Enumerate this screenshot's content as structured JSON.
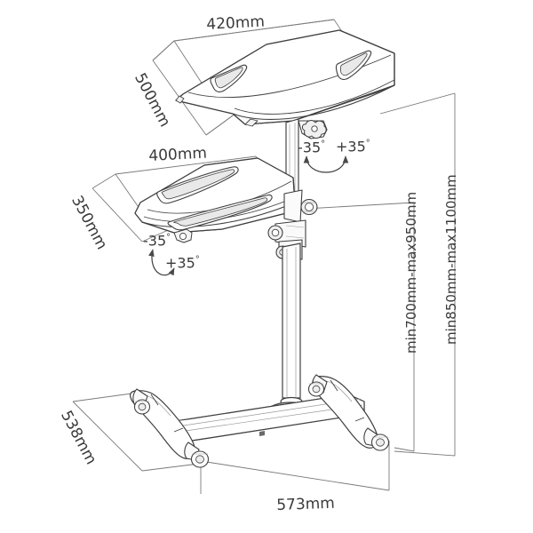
{
  "diagram": {
    "title": "Mobile height-adjustable laptop and projector trolley - dimensioned technical drawing",
    "line_color": "#3f3f3f",
    "dimension_color": "#6e6e6e",
    "background": "#ffffff",
    "dimensions": {
      "top_tray_width": "420mm",
      "top_tray_depth": "500mm",
      "lower_tray_width": "400mm",
      "lower_tray_depth": "350mm",
      "base_depth": "538mm",
      "base_width": "573mm",
      "lower_tray_height_range": "min700mm-max950mm",
      "top_tray_height_range": "min850mm-max1100mm"
    },
    "angles": {
      "top_tray_minus": "-35",
      "top_tray_plus": "+35",
      "lower_tray_minus": "-35",
      "lower_tray_plus": "+35",
      "degree_symbol": "°"
    },
    "parts": {
      "top_tray": "top-tray",
      "lower_tray": "lower-tray",
      "column": "telescoping-column",
      "base": "wheeled-base",
      "casters": "caster-wheels",
      "tilt_knob_top": "top-tilt-knob",
      "tilt_knob_lower": "lower-tilt-knob",
      "height_clamp": "height-adjust-clamp"
    }
  }
}
